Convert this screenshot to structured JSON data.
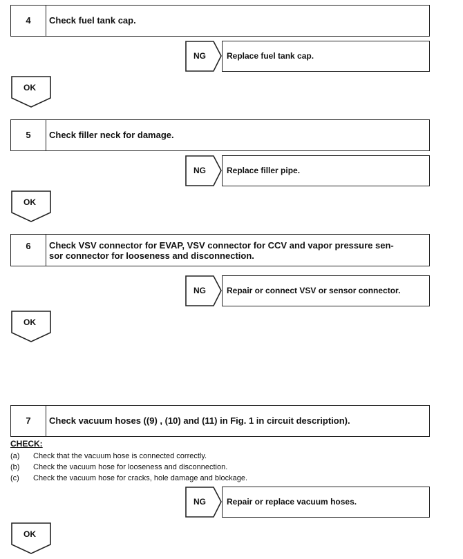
{
  "steps": [
    {
      "num": "4",
      "title": "Check fuel tank cap.",
      "ng_label": "NG",
      "ng_action": "Replace fuel tank cap.",
      "ok_label": "OK"
    },
    {
      "num": "5",
      "title": "Check filler neck for damage.",
      "ng_label": "NG",
      "ng_action": "Replace filler pipe.",
      "ok_label": "OK"
    },
    {
      "num": "6",
      "title_line1": "Check VSV connector for EVAP, VSV connector for CCV and vapor pressure sen-",
      "title_line2": "sor connector for looseness and disconnection.",
      "ng_label": "NG",
      "ng_action": "Repair or connect VSV or sensor connector.",
      "ok_label": "OK"
    },
    {
      "num": "7",
      "title": "Check vacuum hoses ((9) , (10) and (11) in Fig. 1 in circuit description).",
      "ng_label": "NG",
      "ng_action": "Repair or replace vacuum hoses.",
      "ok_label": "OK"
    }
  ],
  "check": {
    "heading": "CHECK:",
    "items": [
      {
        "letter": "(a)",
        "text": "Check that the vacuum hose is connected correctly."
      },
      {
        "letter": "(b)",
        "text": "Check the vacuum hose for looseness and disconnection."
      },
      {
        "letter": "(c)",
        "text": "Check the vacuum hose for cracks, hole damage and blockage."
      }
    ]
  }
}
